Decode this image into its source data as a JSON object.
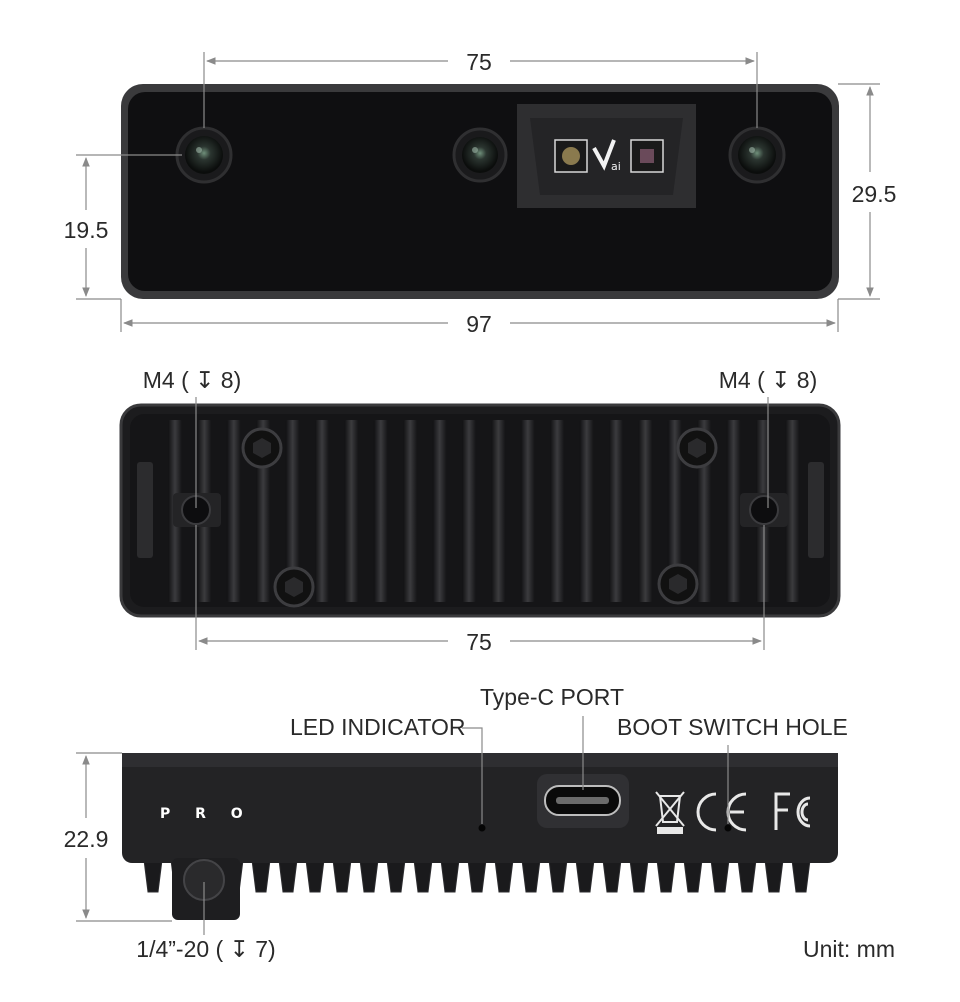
{
  "views": {
    "front": {
      "width_between_cameras": "75",
      "height_right": "29.5",
      "height_left": "19.5",
      "total_width": "97",
      "logo_text": "ai"
    },
    "rear": {
      "mount_left": "M4 ( ↧ 8)",
      "mount_right": "M4 ( ↧ 8)",
      "mount_spacing": "75"
    },
    "bottom": {
      "type_c_port": "Type-C PORT",
      "led_indicator": "LED INDICATOR",
      "boot_switch_hole": "BOOT SWITCH HOLE",
      "height": "22.9",
      "tripod_thread": "1/4”-20 ( ↧ 7)",
      "brand_text": "P R O",
      "unit": "Unit: mm"
    }
  },
  "colors": {
    "body": "#1c1c1e",
    "body_edge": "#3a3a3c",
    "dimension_line": "#8a8a8a",
    "text": "#2a2a2a"
  },
  "icons": [
    "weee-bin-icon",
    "ce-mark-icon",
    "fcc-mark-icon"
  ]
}
